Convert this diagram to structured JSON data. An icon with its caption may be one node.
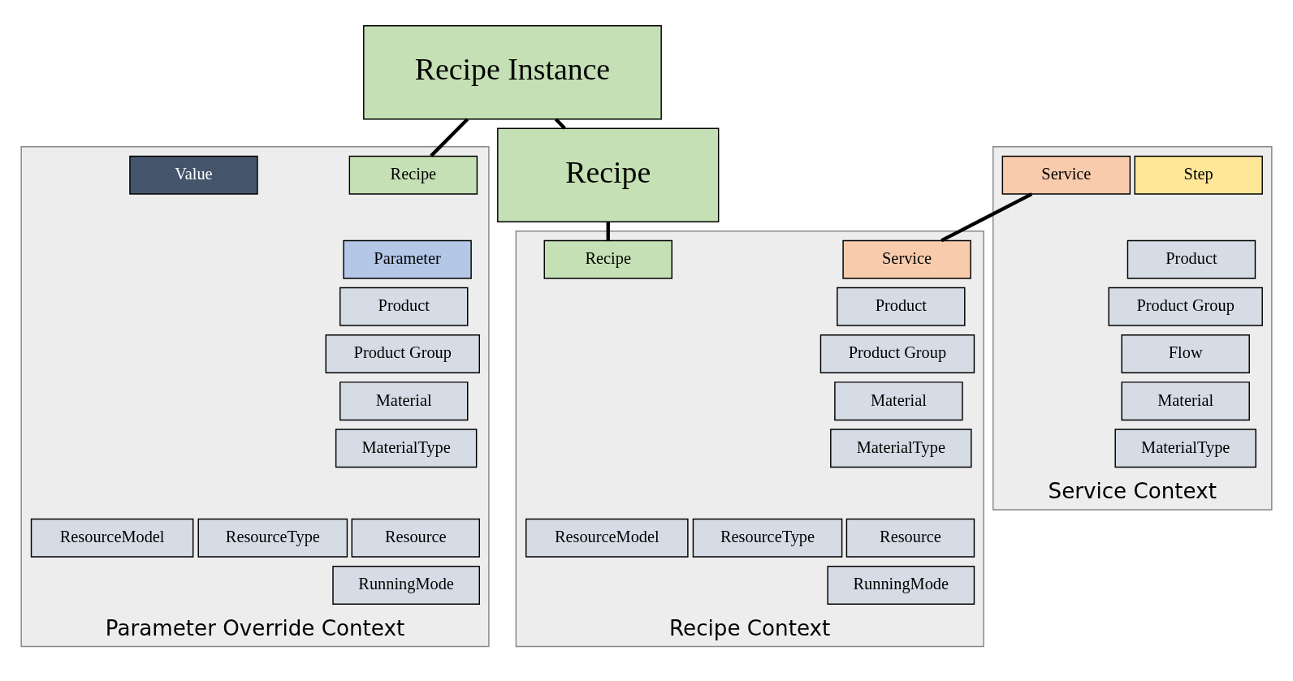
{
  "diagram": {
    "nodes": [
      {
        "text": [
          "Recipe Instance"
        ]
      },
      {
        "text": [
          "Recipe"
        ]
      },
      {
        "text": [
          "Service Context"
        ]
      },
      {
        "text": [
          "Step"
        ],
        "in": 2
      },
      {
        "text": [
          "Service"
        ],
        "in": 2
      },
      {
        "text": [
          "Product"
        ],
        "in": 2
      },
      {
        "text": [
          "Product Group"
        ],
        "in": 2
      },
      {
        "text": [
          "Flow"
        ],
        "in": 2
      },
      {
        "text": [
          "Material"
        ],
        "in": 2
      },
      {
        "text": [
          "MaterialType"
        ],
        "in": 2
      },
      {
        "text": [
          "Recipe Context"
        ]
      },
      {
        "text": [
          "Service"
        ],
        "in": 10
      },
      {
        "text": [
          "Recipe"
        ],
        "in": 10
      },
      {
        "text": [
          "Product"
        ],
        "in": 10
      },
      {
        "text": [
          "Product Group"
        ],
        "in": 10
      },
      {
        "text": [
          "Material"
        ],
        "in": 10
      },
      {
        "text": [
          "MaterialType"
        ],
        "in": 10
      },
      {
        "text": [
          "Resource"
        ],
        "in": 10
      },
      {
        "text": [
          "ResourceType"
        ],
        "in": 10
      },
      {
        "text": [
          "ResourceModel"
        ],
        "in": 10
      },
      {
        "text": [
          "RunningMode"
        ],
        "in": 10
      },
      {
        "text": [
          "Parameter Override Context"
        ]
      },
      {
        "text": [
          "Recipe"
        ],
        "in": 21
      },
      {
        "text": [
          "Value"
        ],
        "in": 21
      },
      {
        "text": [
          "Parameter"
        ],
        "in": 21
      },
      {
        "text": [
          "Product"
        ],
        "in": 21
      },
      {
        "text": [
          "Product Group"
        ],
        "in": 21
      },
      {
        "text": [
          "Material"
        ],
        "in": 21
      },
      {
        "text": [
          "MaterialType"
        ],
        "in": 21
      },
      {
        "text": [
          "Resource"
        ],
        "in": 21
      },
      {
        "text": [
          "ResourceType"
        ],
        "in": 21
      },
      {
        "text": [
          "ResourceModel"
        ],
        "in": 21
      },
      {
        "text": [
          "RunningMode"
        ],
        "in": 21
      }
    ],
    "edges": [
      {
        "from": 0,
        "to": 1,
        "arrow": "none"
      },
      {
        "from": 1,
        "to": 12,
        "arrow": "none"
      },
      {
        "from": 0,
        "to": 22,
        "arrow": "none"
      },
      {
        "from": 4,
        "to": 11,
        "arrow": "none"
      }
    ]
  }
}
